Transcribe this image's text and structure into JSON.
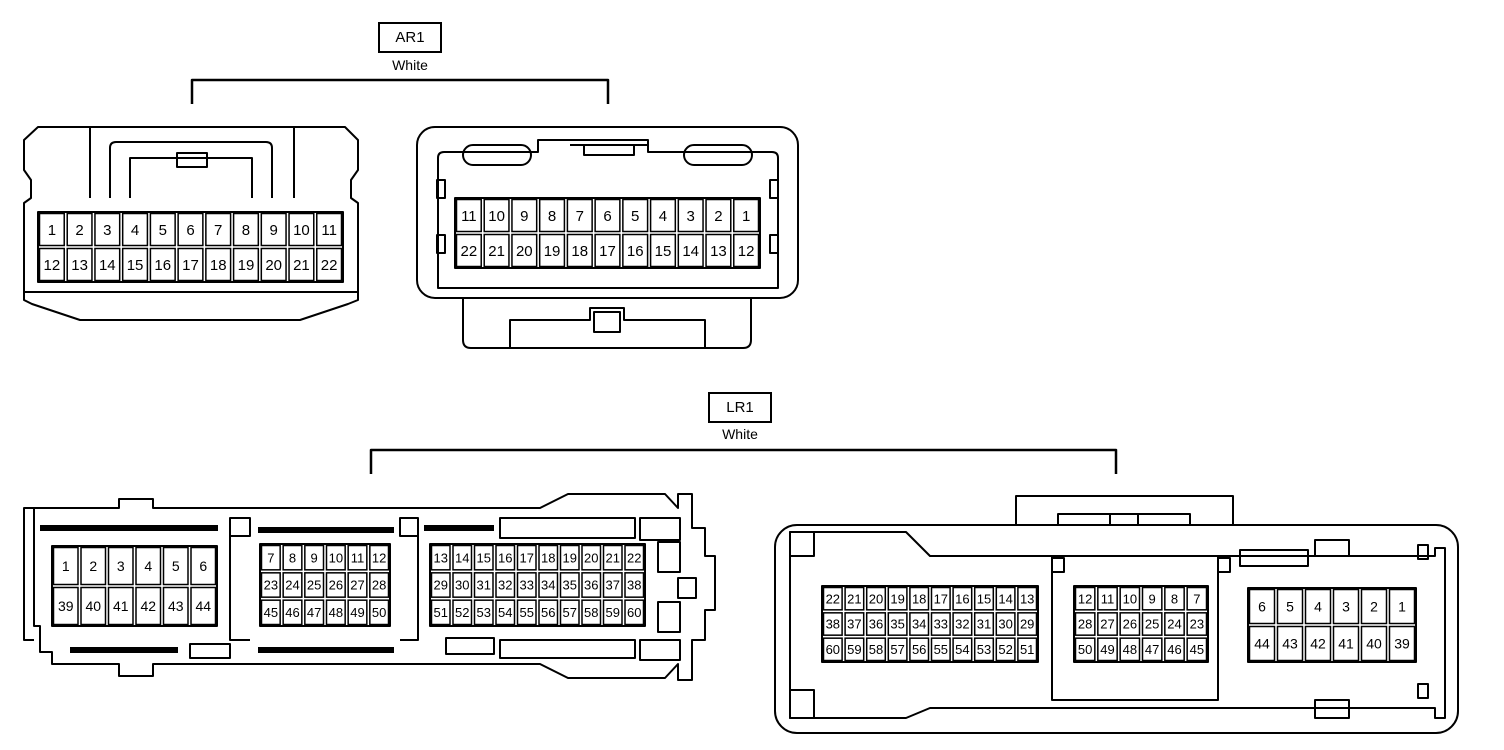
{
  "connectors": [
    {
      "id": "AR1",
      "color": "White",
      "views": [
        {
          "rows": [
            [
              "1",
              "2",
              "3",
              "4",
              "5",
              "6",
              "7",
              "8",
              "9",
              "10",
              "11"
            ],
            [
              "12",
              "13",
              "14",
              "15",
              "16",
              "17",
              "18",
              "19",
              "20",
              "21",
              "22"
            ]
          ]
        },
        {
          "rows": [
            [
              "11",
              "10",
              "9",
              "8",
              "7",
              "6",
              "5",
              "4",
              "3",
              "2",
              "1"
            ],
            [
              "22",
              "21",
              "20",
              "19",
              "18",
              "17",
              "16",
              "15",
              "14",
              "13",
              "12"
            ]
          ]
        }
      ]
    },
    {
      "id": "LR1",
      "color": "White",
      "views": [
        {
          "blocks": [
            {
              "rows": [
                [
                  "1",
                  "2",
                  "3",
                  "4",
                  "5",
                  "6"
                ],
                [
                  "39",
                  "40",
                  "41",
                  "42",
                  "43",
                  "44"
                ]
              ]
            },
            {
              "rows": [
                [
                  "7",
                  "8",
                  "9",
                  "10",
                  "11",
                  "12"
                ],
                [
                  "23",
                  "24",
                  "25",
                  "26",
                  "27",
                  "28"
                ],
                [
                  "45",
                  "46",
                  "47",
                  "48",
                  "49",
                  "50"
                ]
              ]
            },
            {
              "rows": [
                [
                  "13",
                  "14",
                  "15",
                  "16",
                  "17",
                  "18",
                  "19",
                  "20",
                  "21",
                  "22"
                ],
                [
                  "29",
                  "30",
                  "31",
                  "32",
                  "33",
                  "34",
                  "35",
                  "36",
                  "37",
                  "38"
                ],
                [
                  "51",
                  "52",
                  "53",
                  "54",
                  "55",
                  "56",
                  "57",
                  "58",
                  "59",
                  "60"
                ]
              ]
            }
          ]
        },
        {
          "blocks": [
            {
              "rows": [
                [
                  "22",
                  "21",
                  "20",
                  "19",
                  "18",
                  "17",
                  "16",
                  "15",
                  "14",
                  "13"
                ],
                [
                  "38",
                  "37",
                  "36",
                  "35",
                  "34",
                  "33",
                  "32",
                  "31",
                  "30",
                  "29"
                ],
                [
                  "60",
                  "59",
                  "58",
                  "57",
                  "56",
                  "55",
                  "54",
                  "53",
                  "52",
                  "51"
                ]
              ]
            },
            {
              "rows": [
                [
                  "12",
                  "11",
                  "10",
                  "9",
                  "8",
                  "7"
                ],
                [
                  "28",
                  "27",
                  "26",
                  "25",
                  "24",
                  "23"
                ],
                [
                  "50",
                  "49",
                  "48",
                  "47",
                  "46",
                  "45"
                ]
              ]
            },
            {
              "rows": [
                [
                  "6",
                  "5",
                  "4",
                  "3",
                  "2",
                  "1"
                ],
                [
                  "44",
                  "43",
                  "42",
                  "41",
                  "40",
                  "39"
                ]
              ]
            }
          ]
        }
      ]
    }
  ]
}
